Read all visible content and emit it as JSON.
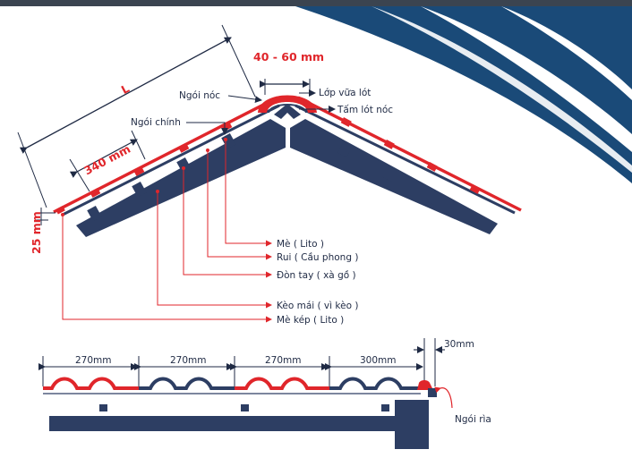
{
  "colors": {
    "navy": "#2d3e63",
    "red": "#e0262b",
    "brand_blue": "#1a4a78",
    "top_bar": "#3b4450",
    "text": "#1f2a44"
  },
  "roof_section": {
    "dimensions": {
      "ridge_gap": "40 - 60 mm",
      "slope_length": "L",
      "tile_pitch": "340 mm",
      "eave_overhang": "25 mm"
    },
    "labels": {
      "ridge_tile": "Ngói nóc",
      "mortar_layer": "Lớp vữa lót",
      "ridge_pad": "Tấm lót nóc",
      "main_tile": "Ngói chính",
      "batten": "Mè ( Lito )",
      "rafter": "Rui ( Cầu phong )",
      "purlin": "Đòn tay ( xà gồ )",
      "truss": "Kèo mái ( vì kèo )",
      "double_batten": "Mè kép ( Lito )"
    }
  },
  "tile_row": {
    "spacings": [
      "270mm",
      "270mm",
      "270mm",
      "300mm"
    ],
    "edge_gap": "30mm",
    "edge_tile": "Ngói rìa"
  }
}
